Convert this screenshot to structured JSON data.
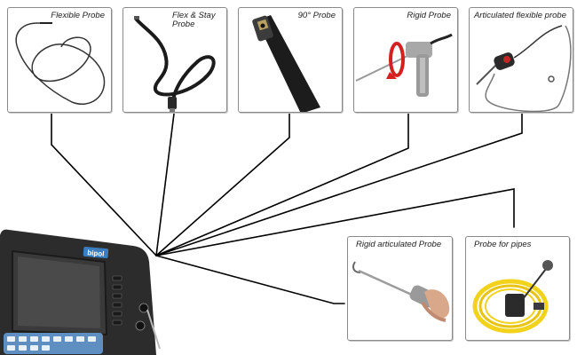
{
  "probes": [
    {
      "label": "Flexible Probe"
    },
    {
      "label": "Flex & Stay Probe"
    },
    {
      "label": "90° Probe"
    },
    {
      "label": "Rigid Probe"
    },
    {
      "label": "Articulated flexible probe"
    },
    {
      "label": "Rigid articulated Probe"
    },
    {
      "label": "Probe for pipes"
    }
  ],
  "device": {
    "brand": "bipol",
    "brand_color": "#3a7ec2",
    "body_color": "#2c2c2c"
  },
  "connector_color": "#000000",
  "rotation_indicator_color": "#d42020",
  "cable_color_pipe": "#f2d21b"
}
